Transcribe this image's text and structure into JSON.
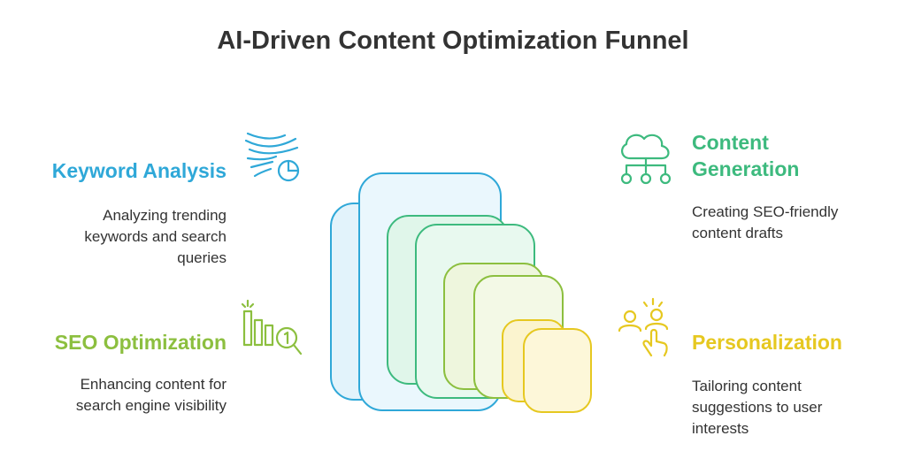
{
  "title": "AI-Driven Content Optimization Funnel",
  "colors": {
    "blue": "#2fa8d8",
    "green": "#3dba7e",
    "lime": "#8cbf3f",
    "yellow": "#e6c820",
    "text": "#333333"
  },
  "sections": {
    "keyword": {
      "heading": "Keyword Analysis",
      "desc": [
        "Analyzing trending",
        "keywords and search",
        "queries"
      ],
      "icon": "wind-chart-icon"
    },
    "seo": {
      "heading": "SEO Optimization",
      "desc": [
        "Enhancing content for",
        "search engine visibility"
      ],
      "icon": "bar-chart-magnifier-icon"
    },
    "content": {
      "heading": [
        "Content",
        "Generation"
      ],
      "desc": [
        "Creating SEO-friendly",
        "content drafts"
      ],
      "icon": "cloud-network-icon"
    },
    "personal": {
      "heading": "Personalization",
      "desc": [
        "Tailoring content",
        "suggestions to user",
        "interests"
      ],
      "icon": "users-pointer-icon"
    }
  },
  "funnel_layers": [
    "Keyword Analysis",
    "Content Generation",
    "SEO Optimization",
    "Personalization"
  ]
}
